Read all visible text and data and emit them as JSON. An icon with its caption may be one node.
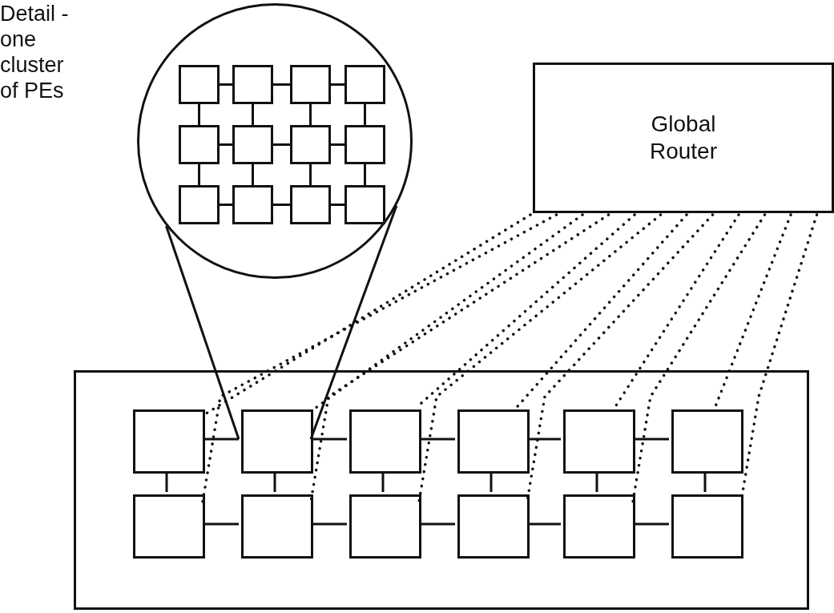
{
  "diagram": {
    "nodes": [
      {
        "text": [],
        "shape": "circle",
        "beside": [
          "Detail - one cluster of PEs"
        ]
      },
      {
        "text": [],
        "shape": "box",
        "in": 0
      },
      {
        "text": [],
        "shape": "box",
        "in": 0
      },
      {
        "text": [],
        "shape": "box",
        "in": 0
      },
      {
        "text": [],
        "shape": "box",
        "in": 0
      },
      {
        "text": [],
        "shape": "box",
        "in": 0
      },
      {
        "text": [],
        "shape": "box",
        "in": 0
      },
      {
        "text": [],
        "shape": "box",
        "in": 0
      },
      {
        "text": [],
        "shape": "box",
        "in": 0
      },
      {
        "text": [],
        "shape": "box",
        "in": 0
      },
      {
        "text": [],
        "shape": "box",
        "in": 0
      },
      {
        "text": [],
        "shape": "box",
        "in": 0
      },
      {
        "text": [],
        "shape": "box",
        "in": 0
      },
      {
        "text": [
          "Global Router"
        ]
      },
      {
        "text": [],
        "shape": "box"
      },
      {
        "text": [],
        "shape": "box",
        "in": 14
      },
      {
        "text": [],
        "shape": "box",
        "in": 14
      },
      {
        "text": [],
        "shape": "box",
        "in": 14
      },
      {
        "text": [],
        "shape": "box",
        "in": 14
      },
      {
        "text": [],
        "shape": "box",
        "in": 14
      },
      {
        "text": [],
        "shape": "box",
        "in": 14
      },
      {
        "text": [],
        "shape": "box",
        "in": 14
      },
      {
        "text": [],
        "shape": "box",
        "in": 14
      },
      {
        "text": [],
        "shape": "box",
        "in": 14
      },
      {
        "text": [],
        "shape": "box",
        "in": 14
      },
      {
        "text": [],
        "shape": "box",
        "in": 14
      },
      {
        "text": [],
        "shape": "box",
        "in": 14
      }
    ],
    "edges": [
      {
        "from": 1,
        "to": 2,
        "arrow": "none"
      },
      {
        "from": 2,
        "to": 3,
        "arrow": "none"
      },
      {
        "from": 3,
        "to": 4,
        "arrow": "none"
      },
      {
        "from": 5,
        "to": 6,
        "arrow": "none"
      },
      {
        "from": 6,
        "to": 7,
        "arrow": "none"
      },
      {
        "from": 7,
        "to": 8,
        "arrow": "none"
      },
      {
        "from": 9,
        "to": 10,
        "arrow": "none"
      },
      {
        "from": 10,
        "to": 11,
        "arrow": "none"
      },
      {
        "from": 11,
        "to": 12,
        "arrow": "none"
      },
      {
        "from": 1,
        "to": 5,
        "arrow": "none"
      },
      {
        "from": 2,
        "to": 6,
        "arrow": "none"
      },
      {
        "from": 3,
        "to": 7,
        "arrow": "none"
      },
      {
        "from": 4,
        "to": 8,
        "arrow": "none"
      },
      {
        "from": 5,
        "to": 9,
        "arrow": "none"
      },
      {
        "from": 6,
        "to": 10,
        "arrow": "none"
      },
      {
        "from": 7,
        "to": 11,
        "arrow": "none"
      },
      {
        "from": 8,
        "to": 12,
        "arrow": "none"
      },
      {
        "from": 15,
        "to": 16,
        "arrow": "none"
      },
      {
        "from": 16,
        "to": 17,
        "arrow": "none"
      },
      {
        "from": 17,
        "to": 18,
        "arrow": "none"
      },
      {
        "from": 18,
        "to": 19,
        "arrow": "none"
      },
      {
        "from": 19,
        "to": 20,
        "arrow": "none"
      },
      {
        "from": 21,
        "to": 22,
        "arrow": "none"
      },
      {
        "from": 22,
        "to": 23,
        "arrow": "none"
      },
      {
        "from": 23,
        "to": 24,
        "arrow": "none"
      },
      {
        "from": 24,
        "to": 25,
        "arrow": "none"
      },
      {
        "from": 25,
        "to": 26,
        "arrow": "none"
      },
      {
        "from": 15,
        "to": 21,
        "arrow": "none"
      },
      {
        "from": 16,
        "to": 22,
        "arrow": "none"
      },
      {
        "from": 17,
        "to": 23,
        "arrow": "none"
      },
      {
        "from": 18,
        "to": 24,
        "arrow": "none"
      },
      {
        "from": 19,
        "to": 25,
        "arrow": "none"
      },
      {
        "from": 20,
        "to": 26,
        "arrow": "none"
      },
      {
        "from": 13,
        "to": 15,
        "arrow": "none",
        "style": "dashed"
      },
      {
        "from": 13,
        "to": 21,
        "arrow": "none",
        "style": "dashed"
      },
      {
        "from": 13,
        "to": 16,
        "arrow": "none",
        "style": "dashed"
      },
      {
        "from": 13,
        "to": 22,
        "arrow": "none",
        "style": "dashed"
      },
      {
        "from": 13,
        "to": 17,
        "arrow": "none",
        "style": "dashed"
      },
      {
        "from": 13,
        "to": 23,
        "arrow": "none",
        "style": "dashed"
      },
      {
        "from": 13,
        "to": 18,
        "arrow": "none",
        "style": "dashed"
      },
      {
        "from": 13,
        "to": 24,
        "arrow": "none",
        "style": "dashed"
      },
      {
        "from": 13,
        "to": 19,
        "arrow": "none",
        "style": "dashed"
      },
      {
        "from": 13,
        "to": 25,
        "arrow": "none",
        "style": "dashed"
      },
      {
        "from": 13,
        "to": 20,
        "arrow": "none",
        "style": "dashed"
      },
      {
        "from": 13,
        "to": 26,
        "arrow": "none",
        "style": "dashed"
      },
      {
        "from": 0,
        "to": 16,
        "arrow": "none"
      },
      {
        "from": 0,
        "to": 16,
        "arrow": "none"
      }
    ]
  }
}
